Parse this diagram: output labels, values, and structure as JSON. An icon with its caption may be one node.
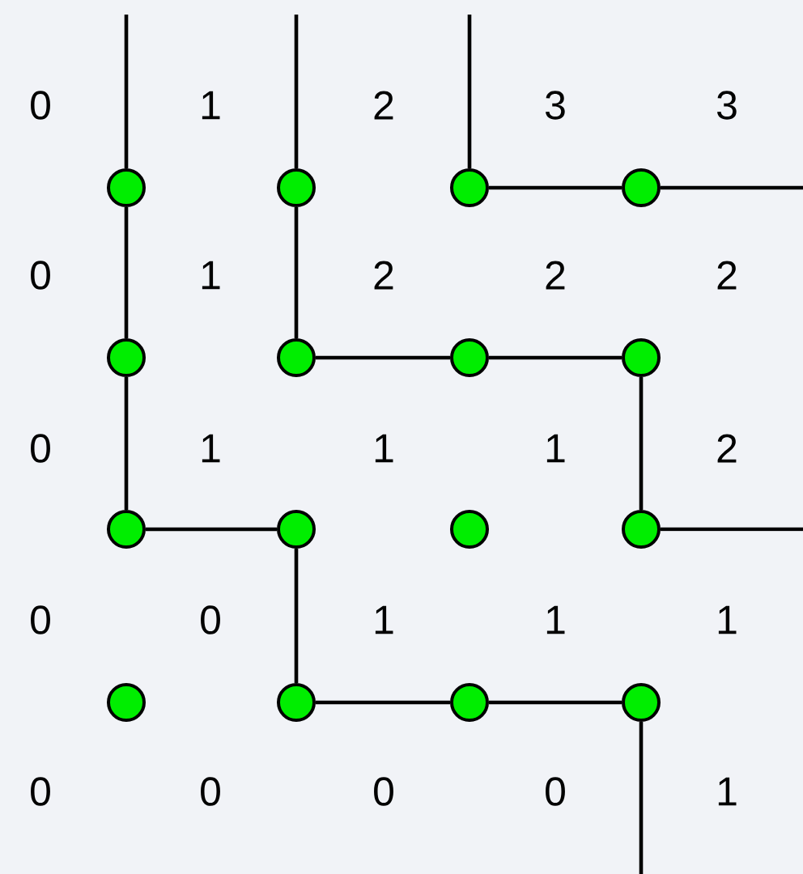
{
  "diagram": {
    "nodes": [
      {
        "text": [],
        "shape": "circle"
      },
      {
        "text": [],
        "shape": "circle"
      },
      {
        "text": [],
        "shape": "circle"
      },
      {
        "text": [],
        "shape": "circle"
      },
      {
        "text": [],
        "shape": "circle"
      },
      {
        "text": [],
        "shape": "circle"
      },
      {
        "text": [],
        "shape": "circle"
      },
      {
        "text": [],
        "shape": "circle"
      },
      {
        "text": [],
        "shape": "circle"
      },
      {
        "text": [],
        "shape": "circle"
      },
      {
        "text": [],
        "shape": "circle"
      },
      {
        "text": [],
        "shape": "circle"
      },
      {
        "text": [],
        "shape": "circle"
      },
      {
        "text": [],
        "shape": "circle"
      },
      {
        "text": [],
        "shape": "circle"
      },
      {
        "text": [],
        "shape": "circle"
      }
    ],
    "edges": [
      {
        "from": null,
        "to": 0,
        "arrow": "none"
      },
      {
        "from": null,
        "to": 1,
        "arrow": "none"
      },
      {
        "from": null,
        "to": 2,
        "arrow": "none"
      },
      {
        "from": 2,
        "to": 3,
        "arrow": "none"
      },
      {
        "from": 3,
        "to": null,
        "arrow": "none"
      },
      {
        "from": 0,
        "to": 4,
        "arrow": "none"
      },
      {
        "from": 4,
        "to": 8,
        "arrow": "none"
      },
      {
        "from": 1,
        "to": 5,
        "arrow": "none"
      },
      {
        "from": 5,
        "to": 6,
        "arrow": "none"
      },
      {
        "from": 6,
        "to": 7,
        "arrow": "none"
      },
      {
        "from": 7,
        "to": 11,
        "arrow": "none"
      },
      {
        "from": 11,
        "to": null,
        "arrow": "none"
      },
      {
        "from": 8,
        "to": 9,
        "arrow": "none"
      },
      {
        "from": 9,
        "to": 13,
        "arrow": "none"
      },
      {
        "from": 13,
        "to": 14,
        "arrow": "none"
      },
      {
        "from": 14,
        "to": 15,
        "arrow": "none"
      },
      {
        "from": 15,
        "to": null,
        "arrow": "none"
      }
    ],
    "labels": [
      "0",
      "1",
      "2",
      "3",
      "3",
      "0",
      "1",
      "2",
      "2",
      "2",
      "0",
      "1",
      "1",
      "1",
      "2",
      "0",
      "0",
      "1",
      "1",
      "1",
      "0",
      "0",
      "0",
      "0",
      "1"
    ]
  }
}
